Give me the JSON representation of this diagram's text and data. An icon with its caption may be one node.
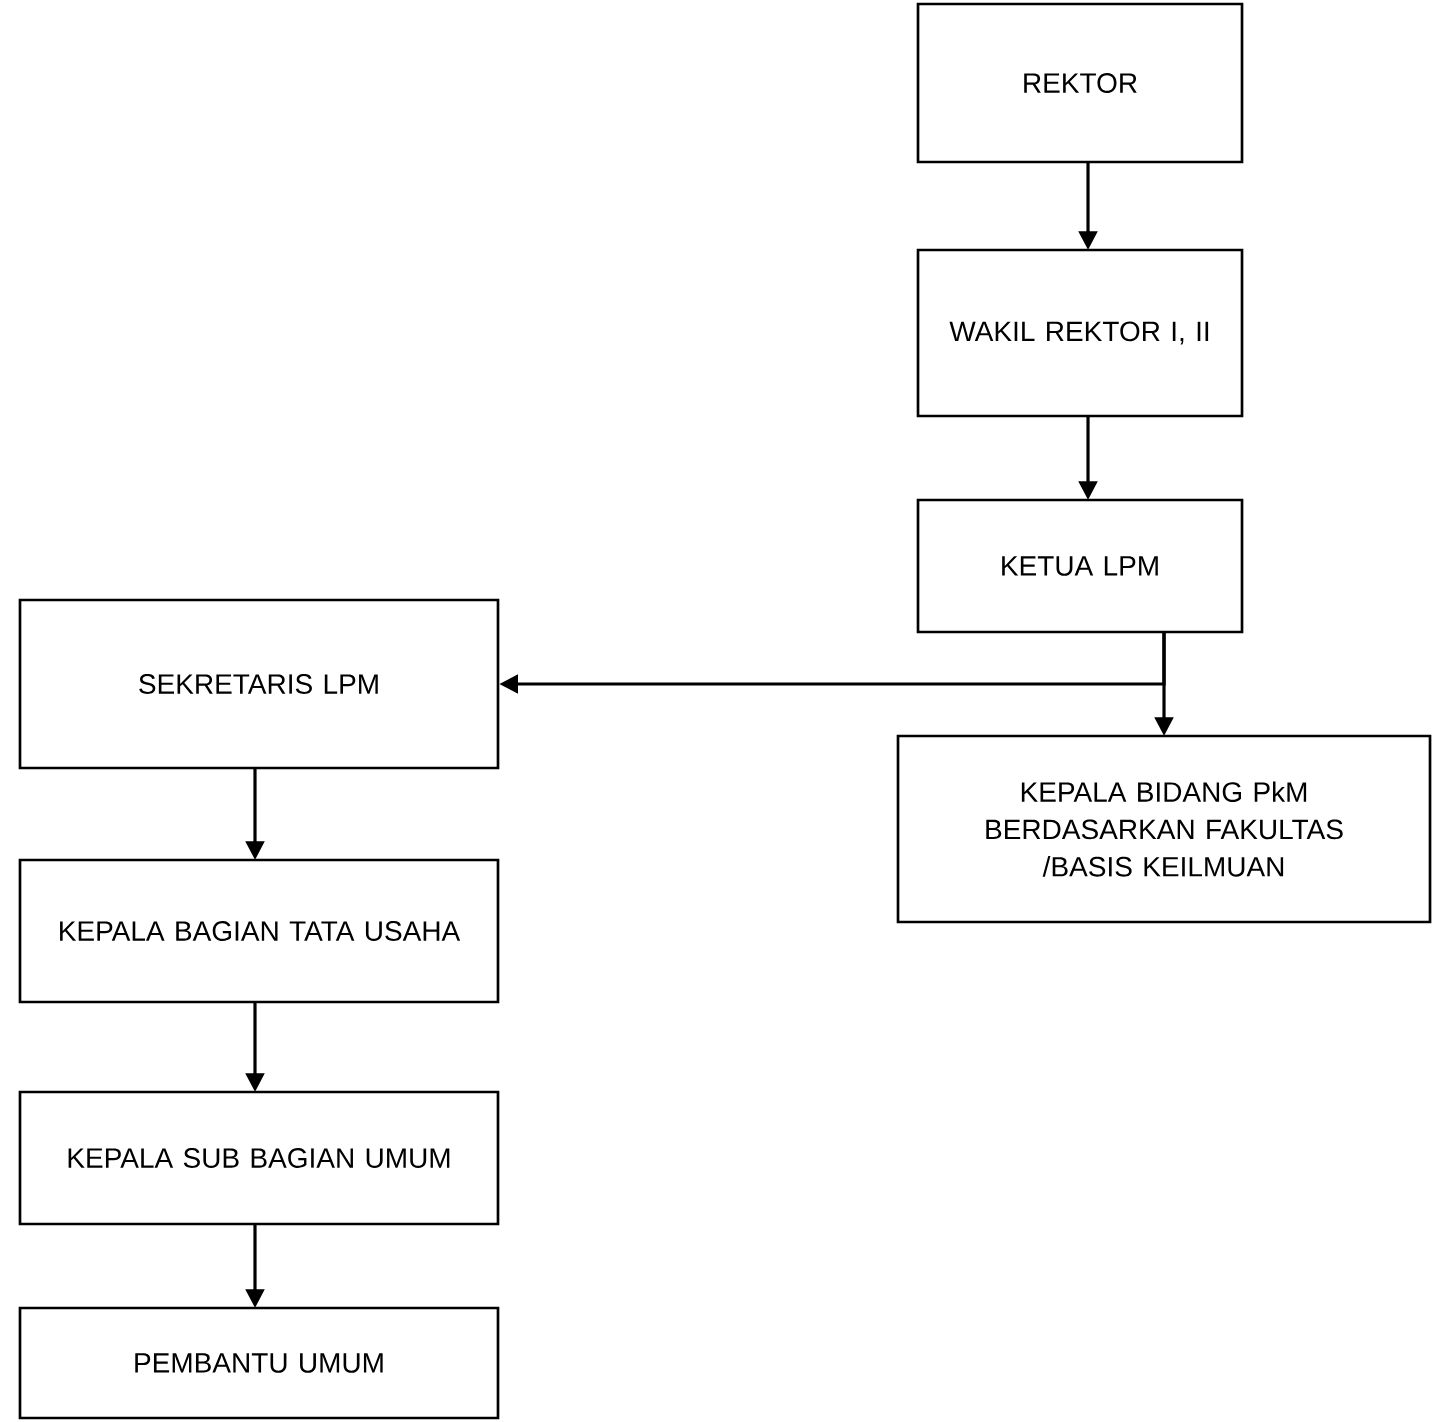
{
  "diagram": {
    "nodes": [
      {
        "text": [
          "REKTOR"
        ]
      },
      {
        "text": [
          "WAKIL REKTOR I, II"
        ]
      },
      {
        "text": [
          "KETUA LPM"
        ]
      },
      {
        "text": [
          "SEKRETARIS LPM"
        ]
      },
      {
        "text": [
          "KEPALA BIDANG PkM BERDASARKAN FAKULTAS /BASIS KEILMUAN"
        ]
      },
      {
        "text": [
          "KEPALA BAGIAN TATA USAHA"
        ]
      },
      {
        "text": [
          "KEPALA SUB BAGIAN UMUM"
        ]
      },
      {
        "text": [
          "PEMBANTU UMUM"
        ]
      }
    ],
    "edges": [
      {
        "from": 0,
        "to": 1,
        "arrow": "to"
      },
      {
        "from": 1,
        "to": 2,
        "arrow": "to"
      },
      {
        "from": 2,
        "to": 3,
        "arrow": "to"
      },
      {
        "from": 2,
        "to": 4,
        "arrow": "to"
      },
      {
        "from": 3,
        "to": 5,
        "arrow": "to"
      },
      {
        "from": 5,
        "to": 6,
        "arrow": "to"
      },
      {
        "from": 6,
        "to": 7,
        "arrow": "to"
      }
    ]
  }
}
